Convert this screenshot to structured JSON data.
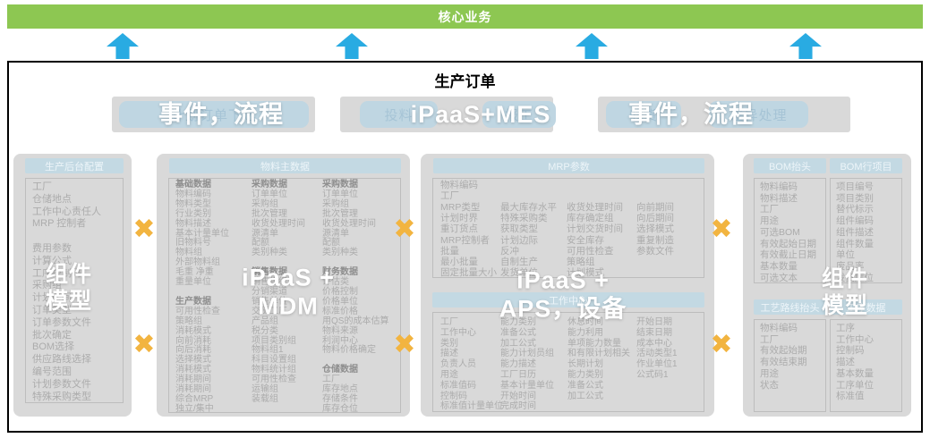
{
  "banner": {
    "label": "核心业务"
  },
  "icons": {
    "connector_x": "✖"
  },
  "colors": {
    "banner_green": "#8DC752",
    "arrow_blue": "#29ABE2",
    "connector_orange": "#F2B440",
    "header_blue": "#C3D9E3",
    "panel_gray": "#D9D9D9"
  },
  "main": {
    "title": "生产订单",
    "processes": [
      {
        "pills": [
          "计划订单下达"
        ],
        "overlay": "事件，流程"
      },
      {
        "pills": [
          "投料",
          "报工"
        ],
        "overlay": "iPaaS+MES"
      },
      {
        "pills": [
          "收货",
          "差异处理"
        ],
        "overlay": "事件，流程"
      }
    ],
    "overlays": {
      "left_model": "组件\n模型",
      "mdm": "iPaaS +\nMDM",
      "aps": "iPaaS +\nAPS，设备",
      "right_model": "组件\n模型"
    },
    "panels": {
      "backend": {
        "header": "生产后台配置",
        "items": [
          "工厂",
          "仓储地点",
          "工作中心责任人",
          "MRP 控制者",
          "",
          "费用参数",
          "计算公式",
          "工序控制码",
          "采购组",
          "计划区间",
          "订单类型",
          "订单参数文件",
          "批次确定",
          "BOM选择",
          "供应路线选择",
          "编号范围",
          "计划参数文件",
          "特殊采购类型"
        ]
      },
      "material": {
        "header": "物料主数据",
        "col1": [
          {
            "t": "基础数据",
            "b": true
          },
          "物料编码",
          "物料类型",
          "行业类别",
          "物料描述",
          "基本计量单位",
          "旧物料号",
          "物料组",
          "外部物料组",
          "毛重 净重",
          "重量单位",
          "",
          {
            "t": "生产数据",
            "b": true
          },
          "可用性检查",
          "策略组",
          "消耗模式",
          "向前消耗",
          "向后消耗",
          "选择模式",
          "消耗模式",
          "消耗期间",
          "消耗期间",
          "综合MRP",
          "独立/集中"
        ],
        "col2": [
          {
            "t": "采购数据",
            "b": true
          },
          "订单单位",
          "采购组",
          "批次管理",
          "收货处理时间",
          "源清单",
          "配额",
          "类别种类",
          "",
          {
            "t": "销售数据",
            "b": true
          },
          "销售组织",
          "分销渠道",
          "销售单位",
          "交货工厂",
          "产品组",
          "税分类",
          "项目类别组",
          "物料组1",
          "科目设置组",
          "物料统计组",
          "可用性检查",
          "运输组",
          "装载组"
        ],
        "col3": [
          {
            "t": "采购数据",
            "b": true
          },
          "订单单位",
          "采购组",
          "批次管理",
          "收货处理时间",
          "源清单",
          "配额",
          "类别种类",
          "",
          {
            "t": "财务数据",
            "b": true
          },
          "评估类",
          "价格控制",
          "价格单位",
          "标准价格",
          "用QS的成本估算",
          "物料来源",
          "利润中心",
          "物料价格确定",
          "",
          {
            "t": "仓储数据",
            "b": true
          },
          "工厂",
          "库存地点",
          "存储条件",
          "库存仓位"
        ]
      },
      "mrp": {
        "header": "MRP参数",
        "lead": [
          "物料编码",
          "工厂"
        ],
        "colA": [
          "MRP类型",
          "计划时界",
          "重订货点",
          "MRP控制者",
          "批量",
          "最小批量",
          "固定批量大小"
        ],
        "colB": [
          "最大库存水平",
          "特殊采购类",
          "获取类型",
          "计划边际",
          "反冲",
          "自制生产",
          "发货单位"
        ],
        "colC": [
          "收货处理时间",
          "库存确定组",
          "计划交货时间",
          "安全库存",
          "可用性检查",
          "策略组",
          "计划模式"
        ],
        "colD": [
          "向前期间",
          "向后期间",
          "选择模式",
          "重复制造",
          "参数文件"
        ]
      },
      "workcenter": {
        "header": "工作中心",
        "colA": [
          "工厂",
          "工作中心",
          "类别",
          "描述",
          "负责人员",
          "用途",
          "标准值码",
          "控制码",
          "标准值计量单位"
        ],
        "colB": [
          "能力类别",
          "准备公式",
          "加工公式",
          "能力计划员组",
          "能力描述",
          "工厂日历",
          "基本计量单位",
          "开始时间",
          "完成时间"
        ],
        "colC": [
          "休息时间",
          "能力利用",
          "单项能力数量",
          "和有限计划相关",
          "长期计划",
          "能力类别",
          "准备公式",
          "加工公式"
        ],
        "colD": [
          "开始日期",
          "结束日期",
          "成本中心",
          "活动类型1",
          "作业单位1",
          "公式码1"
        ]
      },
      "bom_header": {
        "header": "BOM抬头",
        "items": [
          "物料编码",
          "物料描述",
          "工厂",
          "用途",
          "可选BOM",
          "有效起始日期",
          "有效截止日期",
          "基本数量",
          "可选文本"
        ]
      },
      "bom_item": {
        "header": "BOM行项目",
        "items": [
          "项目编号",
          "项目类别",
          "替代标示",
          "组件编码",
          "组件描述",
          "组件数量",
          "单位",
          "废品率",
          "发货库位"
        ]
      },
      "routing": {
        "header": "工艺路线抬头",
        "items": [
          "物料编码",
          "工厂",
          "有效起始期",
          "有效结束期",
          "用途",
          "状态"
        ]
      },
      "operation": {
        "header": "工序数据",
        "items": [
          "工序",
          "工作中心",
          "控制码",
          "描述",
          "基本数量",
          "工序单位",
          "标准值"
        ]
      }
    }
  }
}
